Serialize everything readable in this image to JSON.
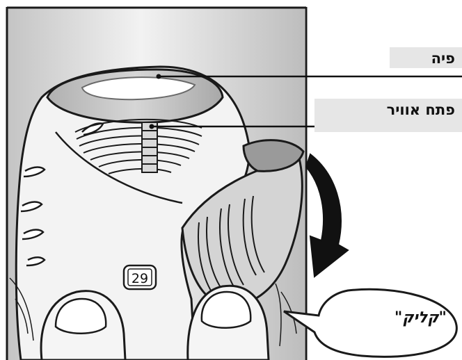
{
  "labels": {
    "mouthpiece": "פיה",
    "air_vent": "פתח אוויר",
    "click_sound": "\"קליק\""
  },
  "dose_counter": {
    "value": "29"
  },
  "colors": {
    "label_background": "#e6e6e6",
    "outline": "#1a1a1a",
    "arrow": "#111111",
    "background_shading": "#cfcfcf"
  },
  "icons": {
    "rotation_arrow": "curved-arrow-down-icon"
  }
}
